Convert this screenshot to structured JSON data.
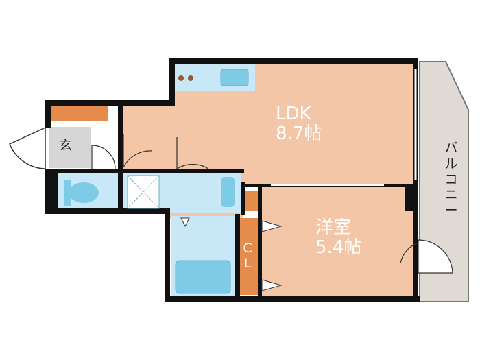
{
  "rooms": {
    "ldk": {
      "name": "LDK",
      "size": "8.7帖"
    },
    "western": {
      "name": "洋室",
      "size": "5.4帖"
    },
    "entrance": {
      "name": "玄"
    },
    "closet": {
      "line1": "C",
      "line2": "L"
    },
    "balcony": {
      "chars": [
        "バ",
        "ル",
        "コ",
        "ニ",
        "ー"
      ]
    }
  },
  "colors": {
    "wall": "#111111",
    "room_floor": "#f2c6a6",
    "wet_area": "#c9e8f7",
    "entrance_floor": "#d6d6d6",
    "balcony_floor": "#e0dad5",
    "storage": "#e38c4c",
    "fixture": "#7ecbe8"
  }
}
